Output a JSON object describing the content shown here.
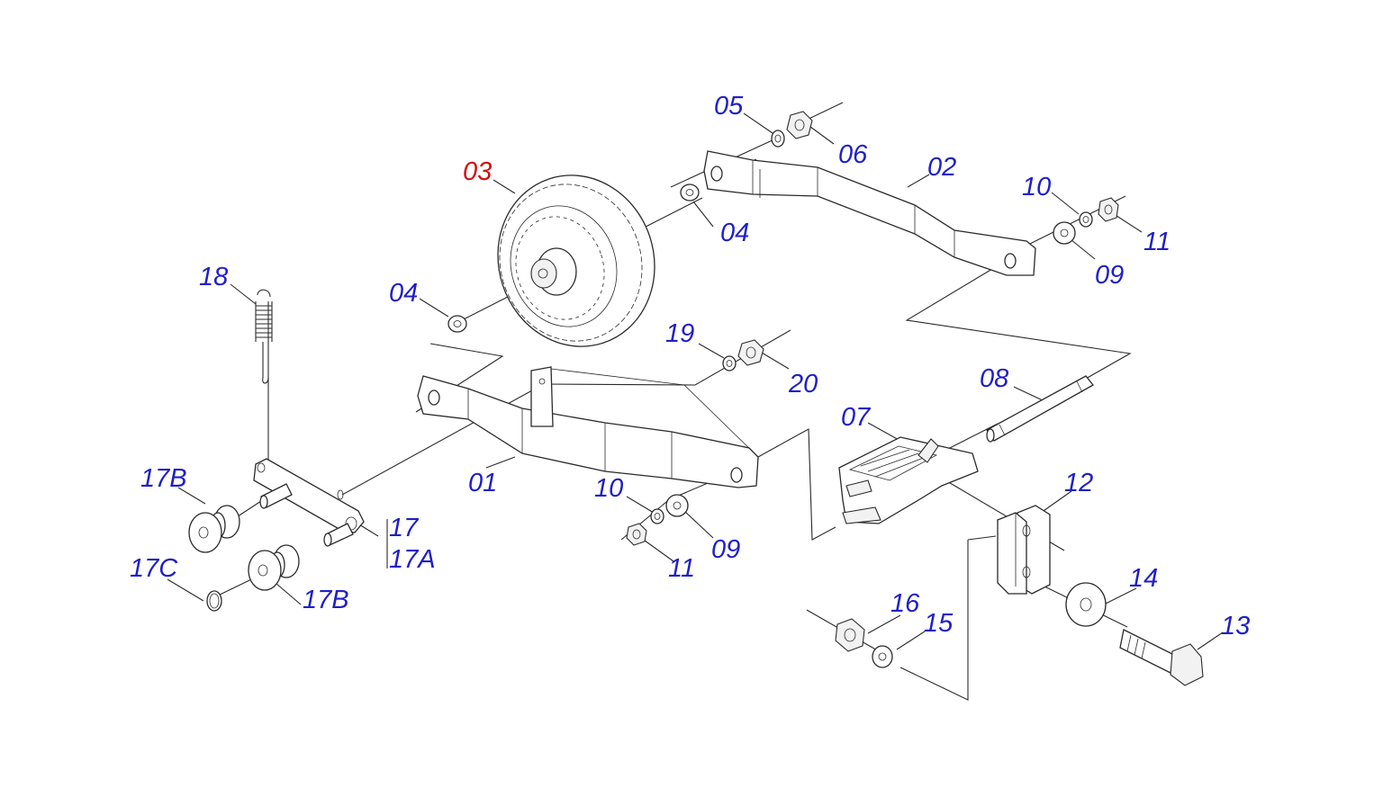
{
  "colors": {
    "label": "#1f1fc8",
    "highlight": "#d01010",
    "line": "#2a2a2a"
  },
  "labels": {
    "l05": "05",
    "l06": "06",
    "l02": "02",
    "l03": "03",
    "l04a": "04",
    "l04b": "04",
    "l10a": "10",
    "l11a": "11",
    "l09a": "09",
    "l18": "18",
    "l19": "19",
    "l20": "20",
    "l08": "08",
    "l07": "07",
    "l01": "01",
    "l17B1": "17B",
    "l10b": "10",
    "l09b": "09",
    "l11b": "11",
    "l17": "17",
    "l17A": "17A",
    "l17C": "17C",
    "l17B2": "17B",
    "l12": "12",
    "l14": "14",
    "l16": "16",
    "l15": "15",
    "l13": "13"
  }
}
